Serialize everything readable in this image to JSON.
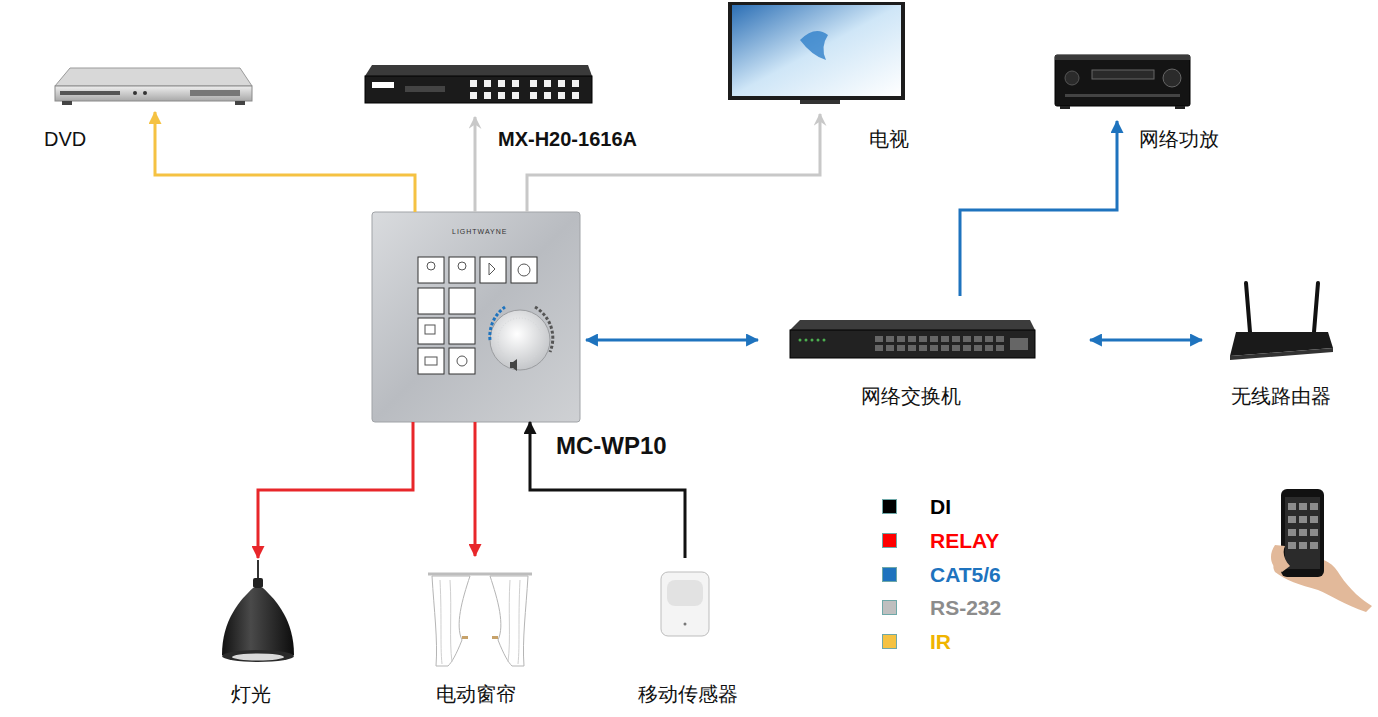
{
  "diagram": {
    "nodes": [
      {
        "text": [
          "DVD"
        ]
      },
      {
        "text": [
          "MX-H20-1616A"
        ]
      },
      {
        "text": [
          "电视"
        ]
      },
      {
        "text": [
          "网络功放"
        ]
      },
      {
        "text": [
          "MC-WP10"
        ]
      },
      {
        "text": [
          "网络交换机"
        ]
      },
      {
        "text": [
          "无线路由器"
        ]
      },
      {
        "text": [
          "灯光"
        ]
      },
      {
        "text": [
          "电动窗帘"
        ]
      },
      {
        "text": [
          "移动传感器"
        ]
      }
    ],
    "edges": [
      {
        "from": 4,
        "to": 0,
        "arrow": "to"
      },
      {
        "from": 4,
        "to": 1,
        "arrow": "to"
      },
      {
        "from": 4,
        "to": 2,
        "arrow": "to"
      },
      {
        "from": 5,
        "to": 3,
        "arrow": "to"
      },
      {
        "from": 4,
        "to": 5,
        "arrow": "both"
      },
      {
        "from": 5,
        "to": 6,
        "arrow": "both"
      },
      {
        "from": 4,
        "to": 7,
        "arrow": "to"
      },
      {
        "from": 4,
        "to": 8,
        "arrow": "to"
      },
      {
        "from": 9,
        "to": 4,
        "arrow": "to"
      }
    ],
    "labels": [
      "LIGHTWAYNE"
    ],
    "legend": [
      {
        "text": "DI",
        "color": "#000000"
      },
      {
        "text": "RELAY",
        "color": "#ff0000"
      },
      {
        "text": "CAT5/6",
        "color": "#1e73be"
      },
      {
        "text": "RS-232",
        "color": "#bfbfbf"
      },
      {
        "text": "IR",
        "color": "#f5c242"
      }
    ]
  }
}
